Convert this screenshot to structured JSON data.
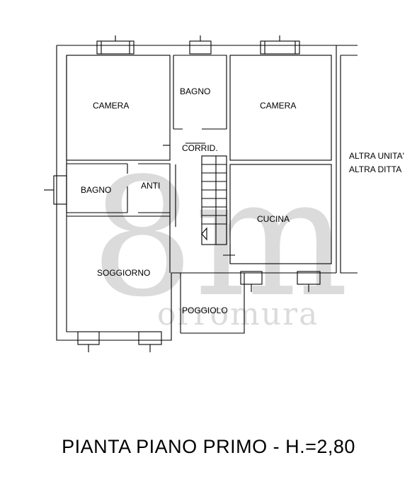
{
  "plan": {
    "caption": "PIANTA PIANO PRIMO - H.=2,80",
    "rooms": {
      "camera_left": "CAMERA",
      "bagno_top": "BAGNO",
      "camera_right": "CAMERA",
      "corridoio": "CORRID.",
      "altra_unita_line1": "ALTRA UNITA'",
      "altra_unita_line2": "ALTRA DITTA",
      "bagno_left": "BAGNO",
      "anti": "ANTI",
      "cucina": "CUCINA",
      "soggiorno": "SOGGIORNO",
      "poggiolo": "POGGIOLO"
    }
  },
  "watermark": {
    "monogram": "8m",
    "wordmark": "orromura"
  }
}
